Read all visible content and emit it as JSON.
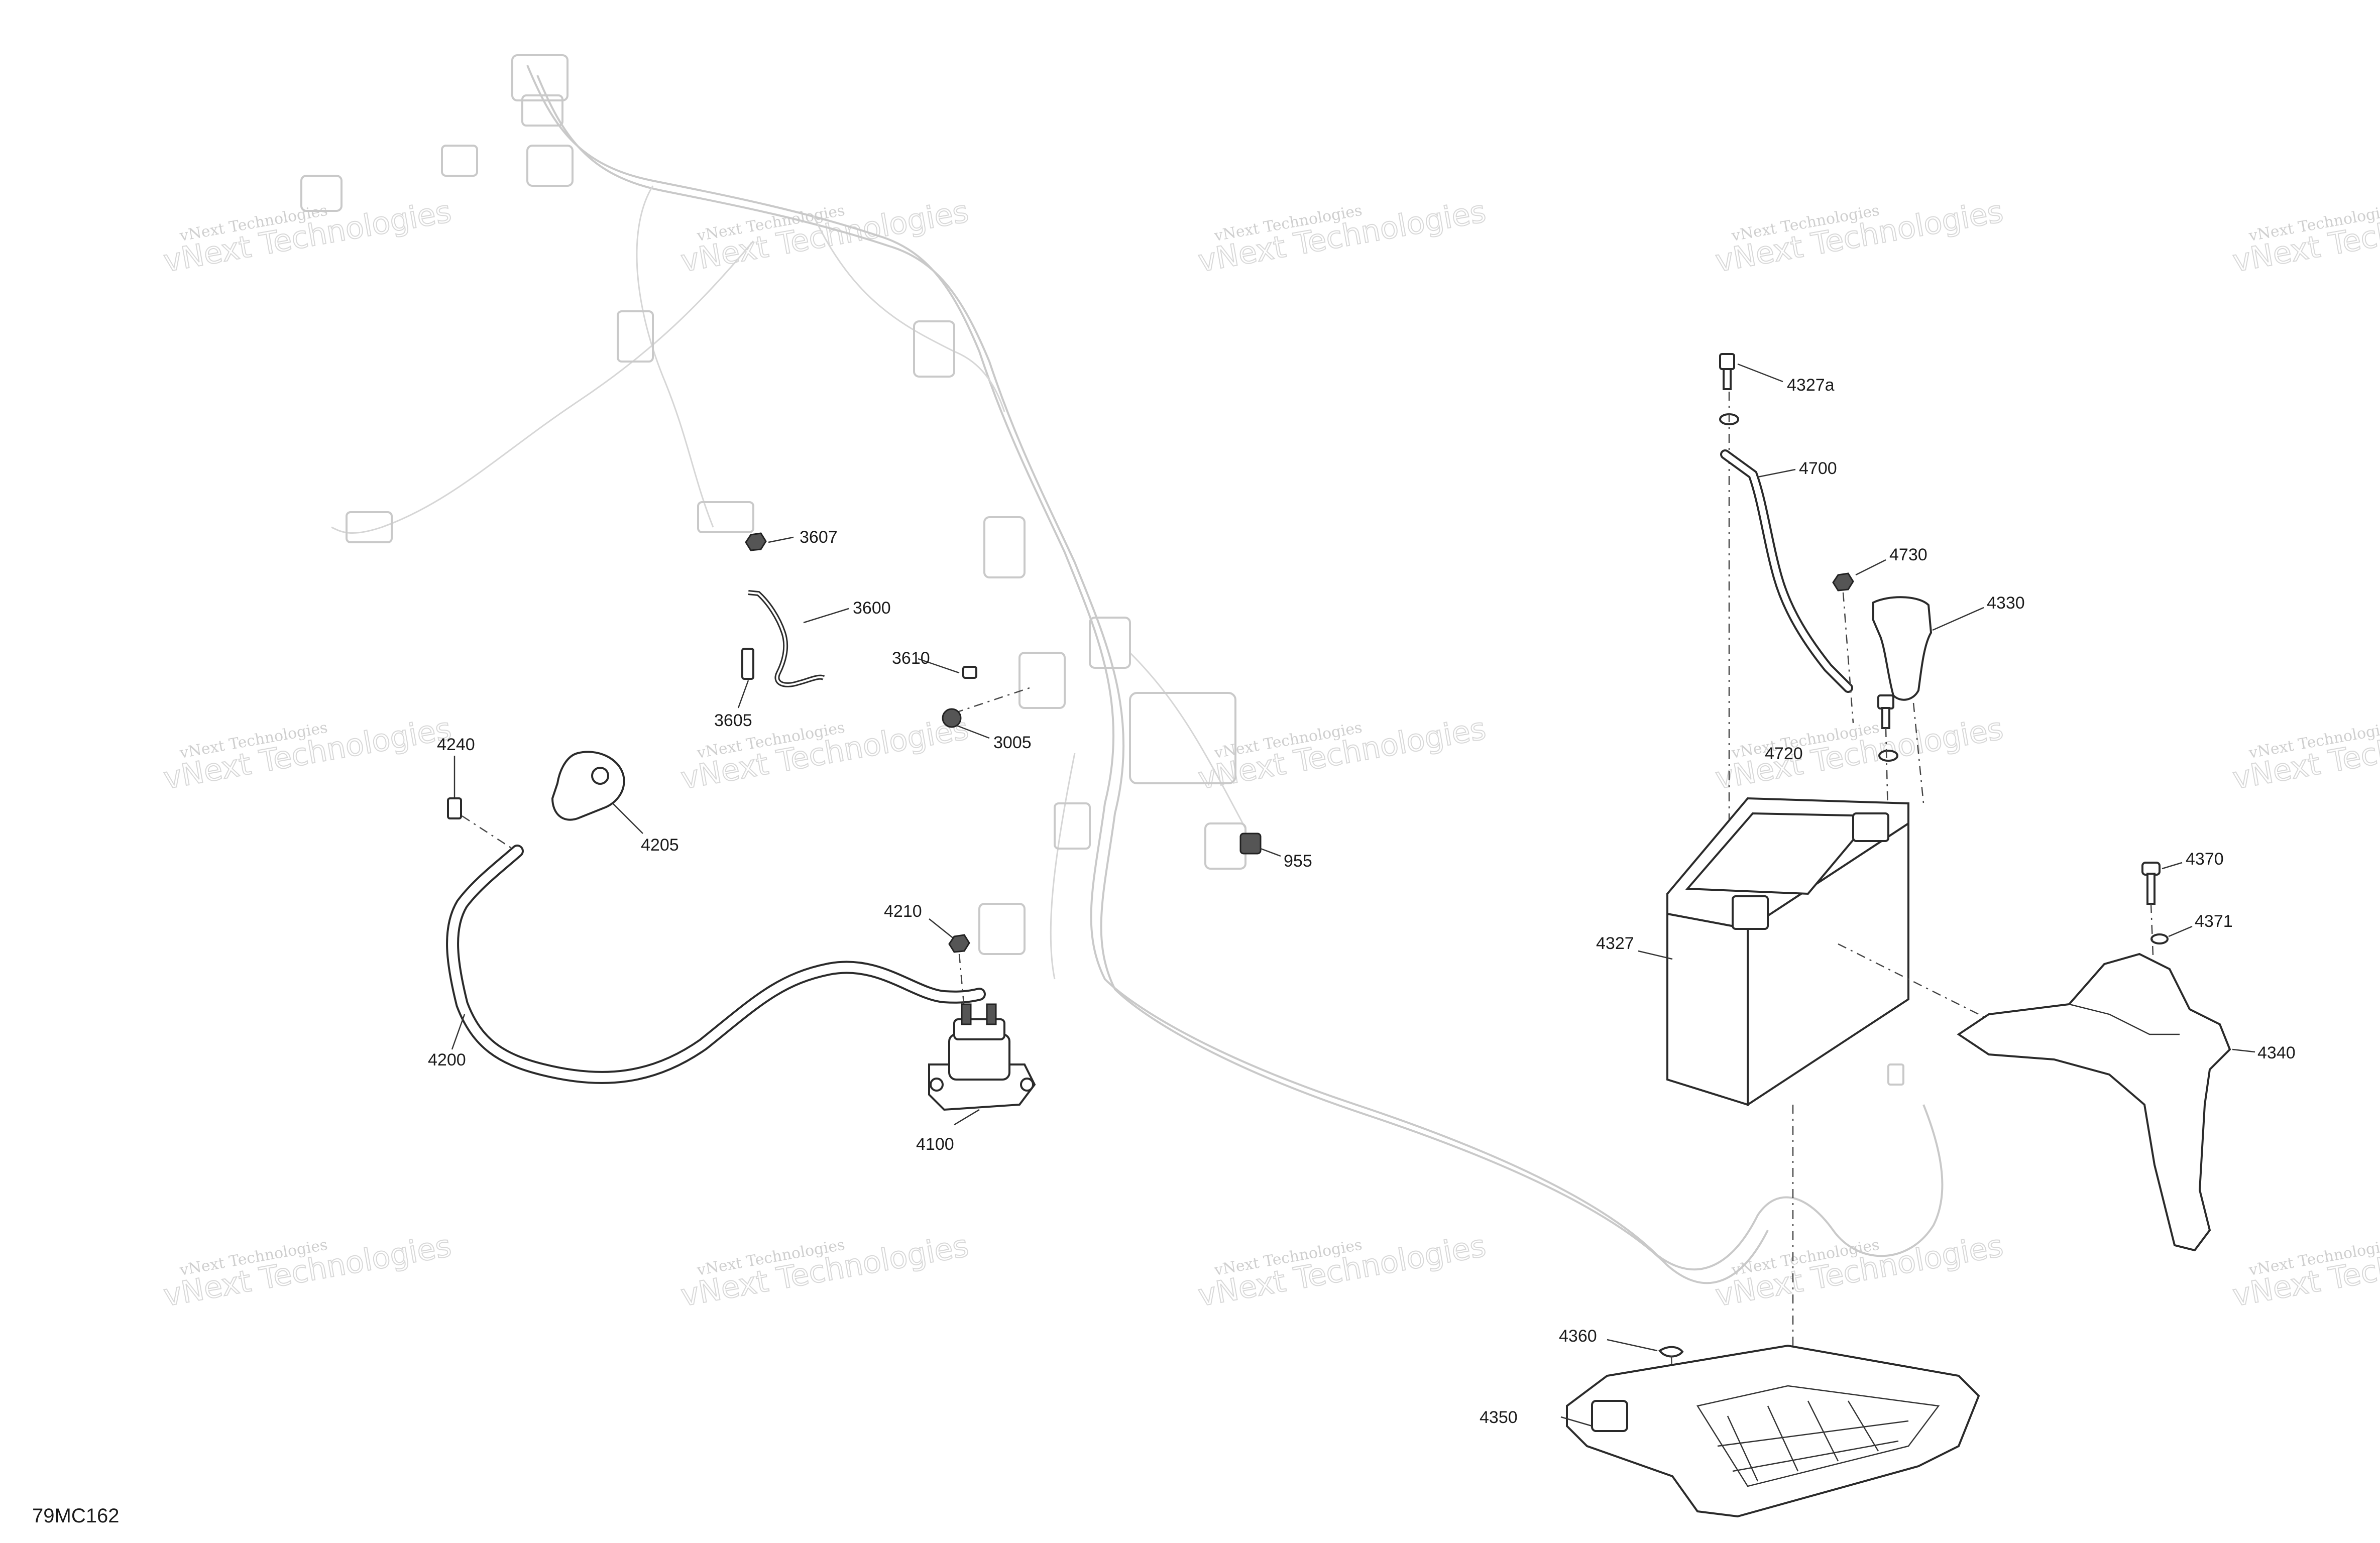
{
  "diagram_code": "79MC162",
  "watermark": {
    "line1": "vNext Technologies",
    "line2": "vNext Technologies"
  },
  "callouts": {
    "c3607": "3607",
    "c3600": "3600",
    "c3605": "3605",
    "c3610": "3610",
    "c3005": "3005",
    "c955": "955",
    "c4240": "4240",
    "c4205": "4205",
    "c4200": "4200",
    "c4210": "4210",
    "c4100": "4100",
    "c4327a": "4327a",
    "c4700": "4700",
    "c4730": "4730",
    "c4330": "4330",
    "c4720": "4720",
    "c4327": "4327",
    "c4370": "4370",
    "c4371": "4371",
    "c4340": "4340",
    "c4360": "4360",
    "c4350": "4350"
  },
  "parts": [
    "harness-icon",
    "ground-cable-icon",
    "positive-cable-icon",
    "solenoid-icon",
    "battery-icon",
    "terminal-cover-icon",
    "battery-bracket-icon",
    "battery-tray-icon"
  ]
}
